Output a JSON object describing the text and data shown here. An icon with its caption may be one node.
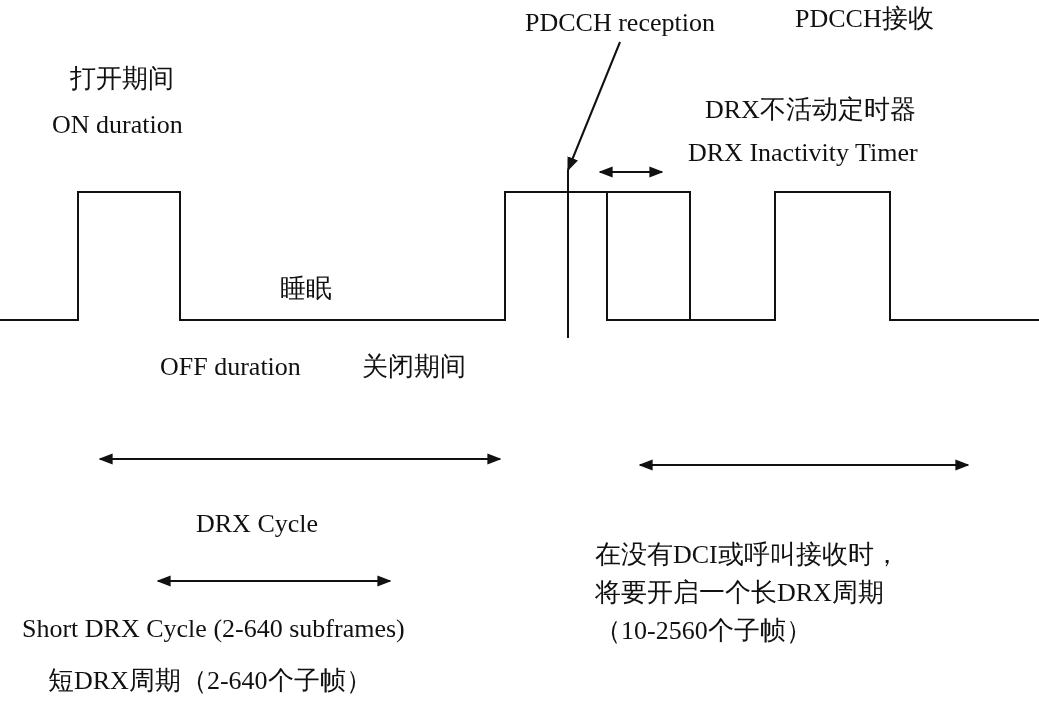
{
  "diagram": {
    "nodes": [
      {
        "text": [
          "PDCCH reception"
        ]
      },
      {
        "text": [],
        "shape": "bar"
      }
    ],
    "edges": [
      {
        "from": 0,
        "to": 1,
        "arrow": "to"
      }
    ],
    "labels": [
      "PDCCH接收",
      "打开期间",
      "ON duration",
      "DRX不活动定时器",
      "DRX Inactivity Timer",
      "睡眠",
      "OFF duration",
      "关闭期间",
      "DRX Cycle",
      "在没有DCI或呼叫接收时，将要开启一个长DRX周期（10-2560个子帧）",
      "Short DRX Cycle (2-640 subframes)",
      "短DRX周期（2-640个子帧）"
    ]
  }
}
